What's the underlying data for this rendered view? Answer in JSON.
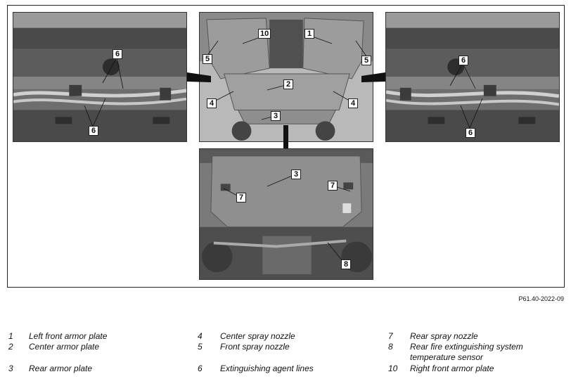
{
  "figure": {
    "id": "P61.40-2022-09",
    "callouts": {
      "c1": "1",
      "c2": "2",
      "c3": "3",
      "c4": "4",
      "c5": "5",
      "c6": "6",
      "c7": "7",
      "c8": "8",
      "c10": "10"
    }
  },
  "legend": [
    {
      "num": "1",
      "text": "Left front armor plate"
    },
    {
      "num": "2",
      "text": "Center armor plate"
    },
    {
      "num": "3",
      "text": "Rear armor plate"
    },
    {
      "num": "4",
      "text": "Center spray nozzle"
    },
    {
      "num": "5",
      "text": "Front spray nozzle"
    },
    {
      "num": "6",
      "text": "Extinguishing agent lines"
    },
    {
      "num": "7",
      "text": "Rear spray nozzle"
    },
    {
      "num": "8",
      "text": "Rear fire extinguishing system temperature sensor"
    },
    {
      "num": "10",
      "text": "Right front armor plate"
    }
  ],
  "colors": {
    "photo_dark": "#3a3a3a",
    "photo_mid": "#7a7a7a",
    "photo_light": "#b5b5b5",
    "plate": "#8c8c8c"
  }
}
